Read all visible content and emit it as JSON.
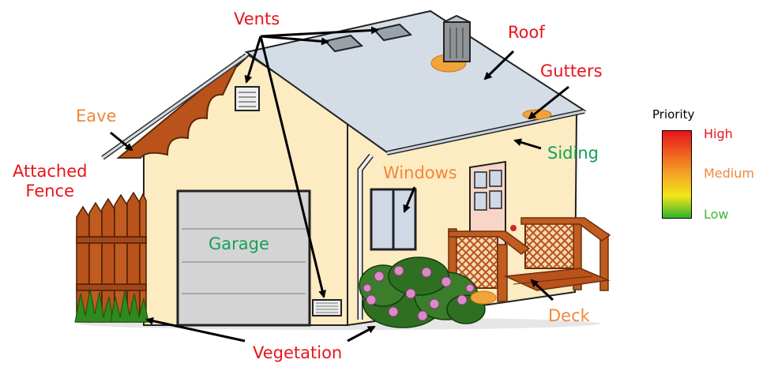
{
  "labels": {
    "vents": "Vents",
    "roof": "Roof",
    "gutters": "Gutters",
    "eave": "Eave",
    "attached_fence": "Attached\nFence",
    "siding": "Siding",
    "windows": "Windows",
    "garage": "Garage",
    "deck": "Deck",
    "vegetation": "Vegetation"
  },
  "legend": {
    "title": "Priority",
    "levels": [
      {
        "label": "High",
        "color": "#e8141c"
      },
      {
        "label": "Medium",
        "color": "#f0883a"
      },
      {
        "label": "Low",
        "color": "#3db838"
      }
    ]
  },
  "colors": {
    "high": "#e8141c",
    "medium": "#f0883a",
    "low": "#16a05a",
    "wall": "#fdebc2",
    "roof": "#d4dde6",
    "wood": "#b9521b",
    "garage_door": "#d4d4d4"
  }
}
